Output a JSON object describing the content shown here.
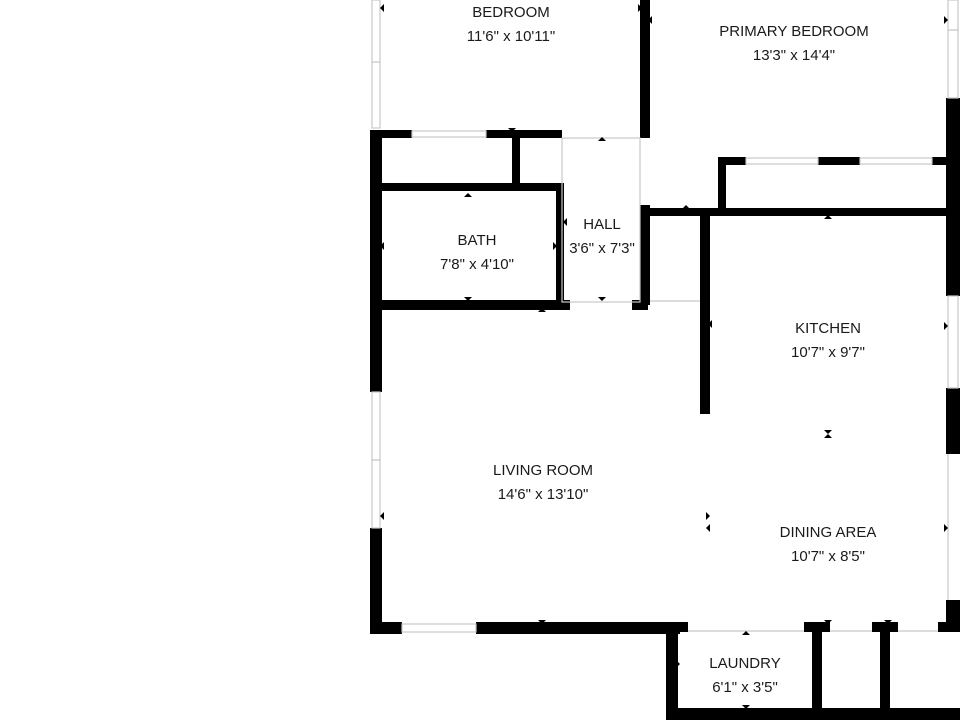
{
  "rooms": [
    {
      "id": "bedroom",
      "name": "BEDROOM",
      "dims": "11'6\" x 10'11\""
    },
    {
      "id": "primary-bedroom",
      "name": "PRIMARY BEDROOM",
      "dims": "13'3\" x 14'4\""
    },
    {
      "id": "bath",
      "name": "BATH",
      "dims": "7'8\" x 4'10\""
    },
    {
      "id": "hall",
      "name": "HALL",
      "dims": "3'6\" x 7'3\""
    },
    {
      "id": "kitchen",
      "name": "KITCHEN",
      "dims": "10'7\" x 9'7\""
    },
    {
      "id": "living-room",
      "name": "LIVING ROOM",
      "dims": "14'6\" x 13'10\""
    },
    {
      "id": "dining-area",
      "name": "DINING AREA",
      "dims": "10'7\" x 8'5\""
    },
    {
      "id": "laundry",
      "name": "LAUNDRY",
      "dims": "6'1\" x 3'5\""
    }
  ],
  "colors": {
    "wall": "#000000",
    "background": "#ffffff",
    "window": "#c8c8c8",
    "text": "#1a1a1a"
  }
}
